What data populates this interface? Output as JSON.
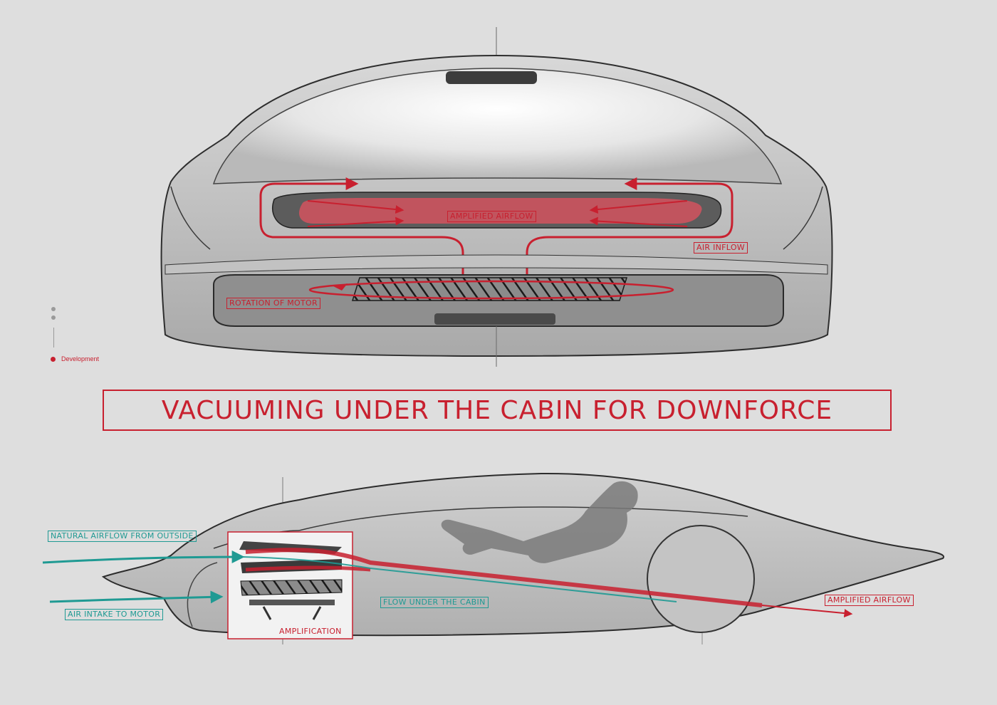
{
  "title": "VACUUMING UNDER THE CABIN FOR DOWNFORCE",
  "nav": {
    "active_label": "Development"
  },
  "front_view": {
    "labels": {
      "amplified_airflow": "AMPLIFIED AIRFLOW",
      "air_inflow": "AIR INFLOW",
      "rotation_of_motor": "ROTATION OF MOTOR"
    }
  },
  "side_view": {
    "labels": {
      "natural_airflow": "NATURAL AIRFLOW FROM OUTSIDE",
      "air_intake": "AIR INTAKE TO MOTOR",
      "flow_under_cabin": "FLOW UNDER THE CABIN",
      "amplification": "AMPLIFICATION",
      "amplified_airflow": "AMPLIFIED AIRFLOW"
    }
  },
  "colors": {
    "accent_red": "#c8202f",
    "accent_teal": "#1f9a93",
    "background": "#dedede"
  }
}
